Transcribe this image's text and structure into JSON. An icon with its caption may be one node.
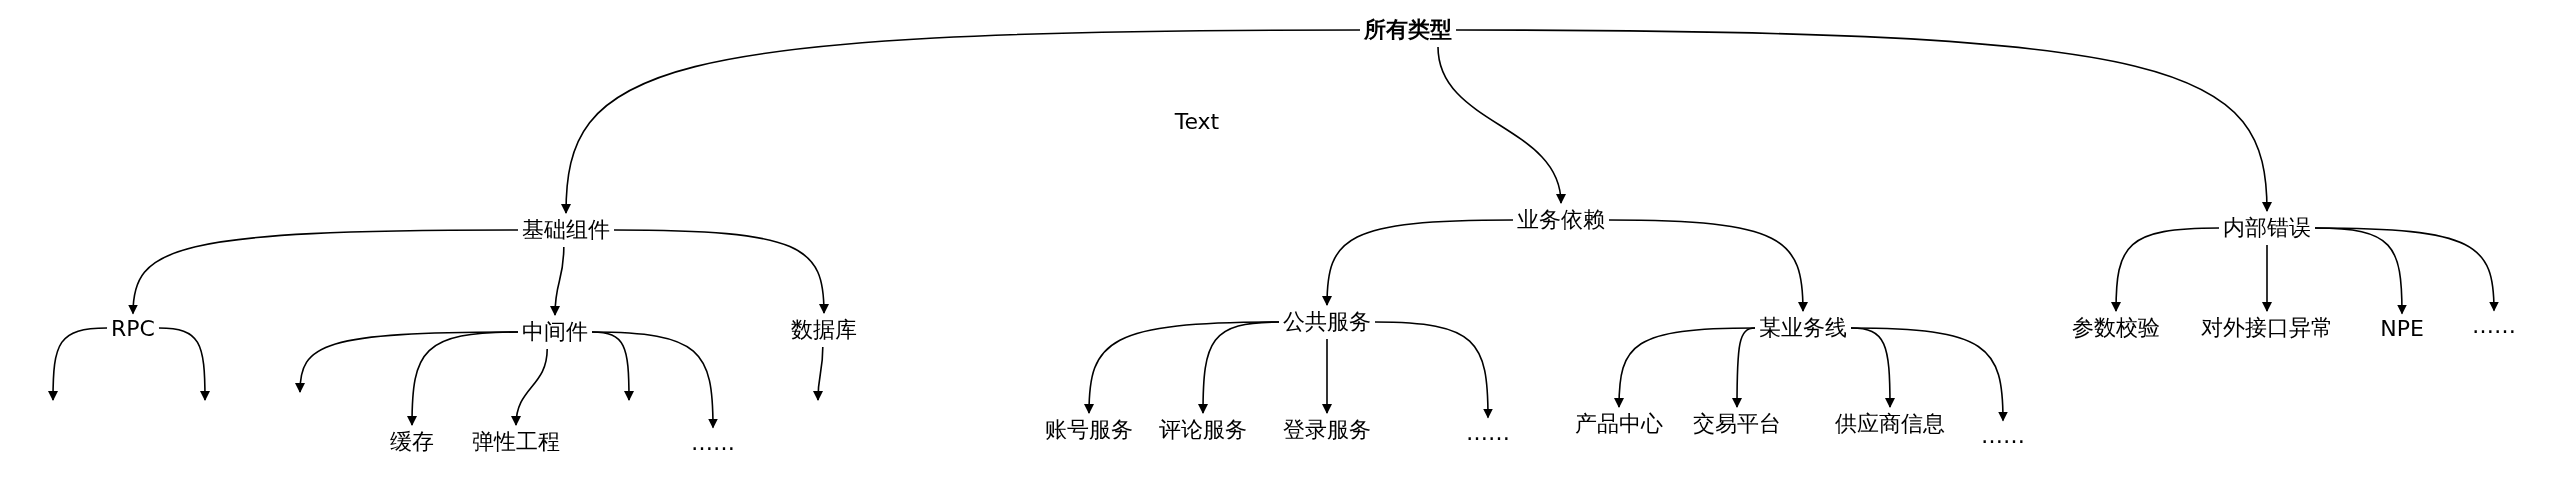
{
  "diagram": {
    "nodes": [
      {
        "text": [
          "所有类型"
        ]
      },
      {
        "text": [
          "基础组件"
        ]
      },
      {
        "text": [
          "业务依赖"
        ]
      },
      {
        "text": [
          "内部错误"
        ]
      },
      {
        "text": [
          "RPC"
        ]
      },
      {
        "text": [
          "中间件"
        ]
      },
      {
        "text": [
          "数据库"
        ]
      },
      {
        "text": [
          "缓存"
        ]
      },
      {
        "text": [
          "弹性工程"
        ]
      },
      {
        "text": [
          "……"
        ]
      },
      {
        "text": [
          "公共服务"
        ]
      },
      {
        "text": [
          "某业务线"
        ]
      },
      {
        "text": [
          "账号服务"
        ]
      },
      {
        "text": [
          "评论服务"
        ]
      },
      {
        "text": [
          "登录服务"
        ]
      },
      {
        "text": [
          "……"
        ]
      },
      {
        "text": [
          "产品中心"
        ]
      },
      {
        "text": [
          "交易平台"
        ]
      },
      {
        "text": [
          "供应商信息"
        ]
      },
      {
        "text": [
          "……"
        ]
      },
      {
        "text": [
          "参数校验"
        ]
      },
      {
        "text": [
          "对外接口异常"
        ]
      },
      {
        "text": [
          "NPE"
        ]
      },
      {
        "text": [
          "……"
        ]
      }
    ],
    "edges": [
      {
        "from": 0,
        "to": 1,
        "arrow": "to"
      },
      {
        "from": 0,
        "to": 2,
        "arrow": "to"
      },
      {
        "from": 0,
        "to": 3,
        "arrow": "to"
      },
      {
        "from": 1,
        "to": 4,
        "arrow": "to"
      },
      {
        "from": 1,
        "to": 5,
        "arrow": "to"
      },
      {
        "from": 1,
        "to": 6,
        "arrow": "to"
      },
      {
        "from": 4,
        "to": null,
        "arrow": "to"
      },
      {
        "from": 4,
        "to": null,
        "arrow": "to"
      },
      {
        "from": 5,
        "to": null,
        "arrow": "to"
      },
      {
        "from": 5,
        "to": 7,
        "arrow": "to"
      },
      {
        "from": 5,
        "to": 8,
        "arrow": "to"
      },
      {
        "from": 5,
        "to": null,
        "arrow": "to"
      },
      {
        "from": 5,
        "to": 9,
        "arrow": "to"
      },
      {
        "from": 6,
        "to": null,
        "arrow": "to"
      },
      {
        "from": 2,
        "to": 10,
        "arrow": "to"
      },
      {
        "from": 2,
        "to": 11,
        "arrow": "to"
      },
      {
        "from": 10,
        "to": 12,
        "arrow": "to"
      },
      {
        "from": 10,
        "to": 13,
        "arrow": "to"
      },
      {
        "from": 10,
        "to": 14,
        "arrow": "to"
      },
      {
        "from": 10,
        "to": 15,
        "arrow": "to"
      },
      {
        "from": 11,
        "to": 16,
        "arrow": "to"
      },
      {
        "from": 11,
        "to": 17,
        "arrow": "to"
      },
      {
        "from": 11,
        "to": 18,
        "arrow": "to"
      },
      {
        "from": 11,
        "to": 19,
        "arrow": "to"
      },
      {
        "from": 3,
        "to": 20,
        "arrow": "to"
      },
      {
        "from": 3,
        "to": 21,
        "arrow": "to"
      },
      {
        "from": 3,
        "to": 22,
        "arrow": "to"
      },
      {
        "from": 3,
        "to": 23,
        "arrow": "to"
      }
    ],
    "labels": [
      "Text"
    ]
  }
}
